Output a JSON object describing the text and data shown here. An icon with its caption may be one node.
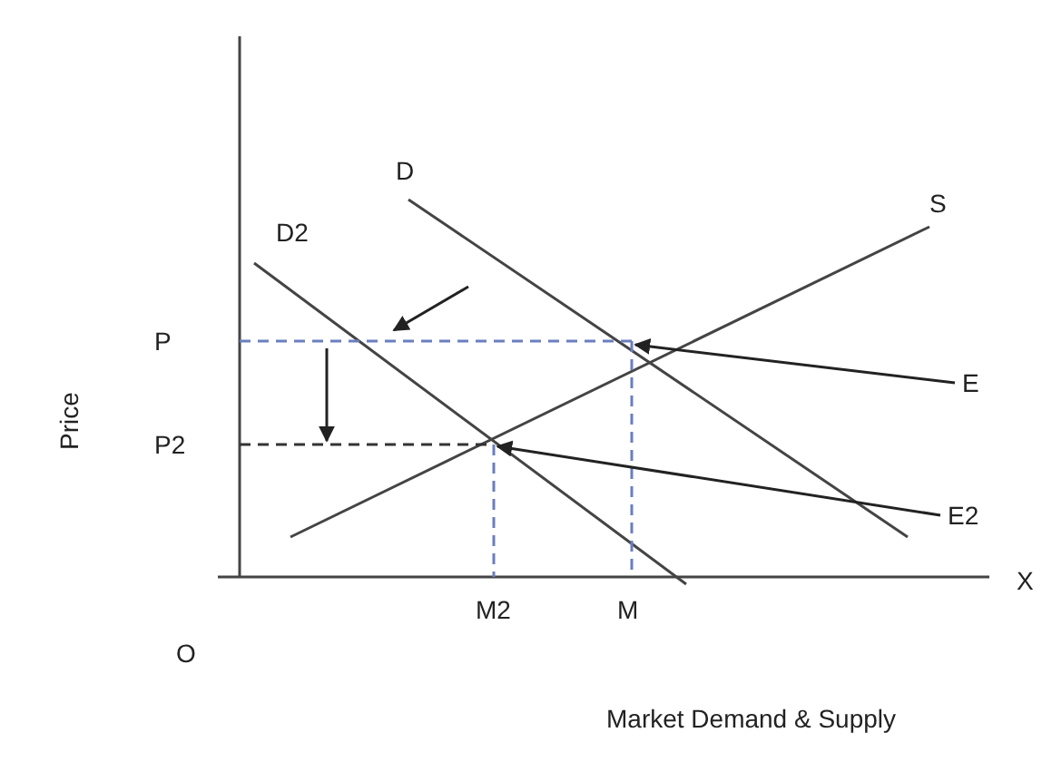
{
  "diagram": {
    "nodes": [
      {
        "text": [
          "E"
        ]
      },
      {
        "text": [
          "E2"
        ]
      }
    ],
    "edges": [
      {
        "from": 0,
        "to": null,
        "arrow": "to"
      },
      {
        "from": 1,
        "to": null,
        "arrow": "to"
      }
    ],
    "labels": [
      "D",
      "D2",
      "S",
      "P",
      "P2",
      "M2",
      "M",
      "X",
      "O",
      "Price",
      "Market Demand & Supply"
    ]
  }
}
